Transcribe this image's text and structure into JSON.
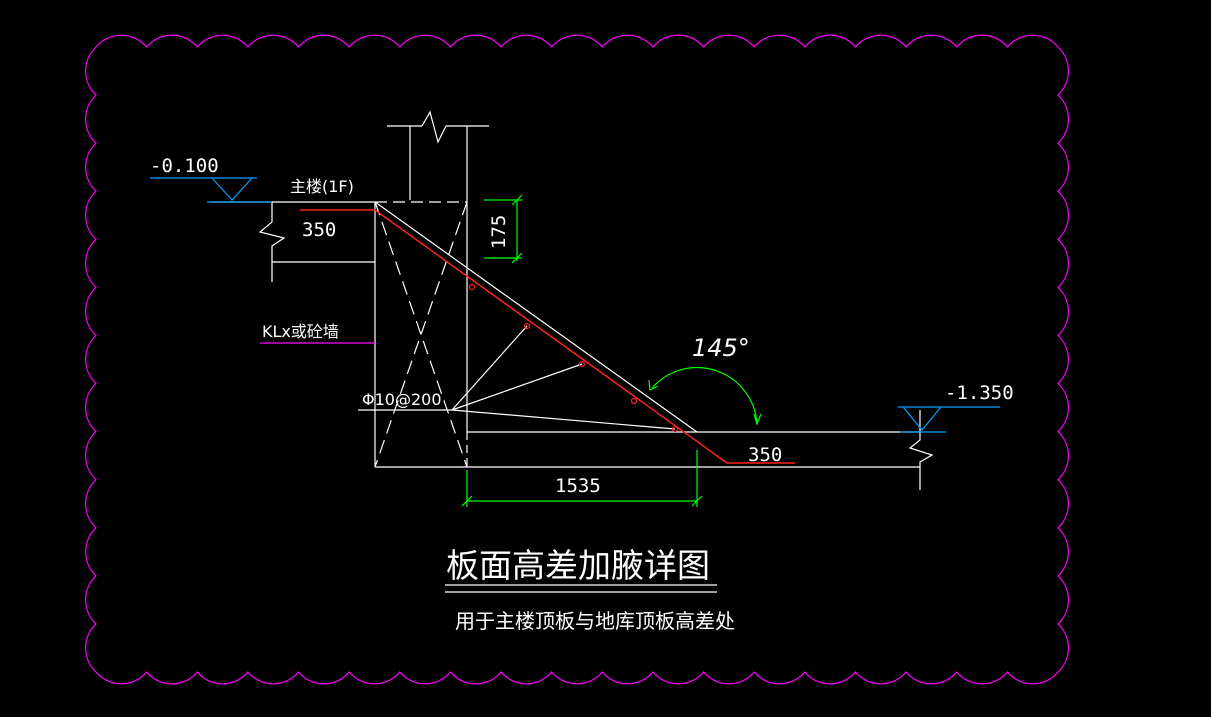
{
  "colors": {
    "background": "#000000",
    "cloud": "#ff00ff",
    "lines": "#ffffff",
    "rebar": "#ff2020",
    "dimension": "#00ff00",
    "elevation_mark": "#00a0ff",
    "leader": "#ff00ff"
  },
  "labels": {
    "elevation_left": "-0.100",
    "elevation_right": "-1.350",
    "main_building": "主楼(1F)",
    "beam_or_wall": "KLx或砼墙",
    "rebar_spec": "Φ10@200",
    "angle": "145°",
    "dim_top_left": "350",
    "dim_vertical": "175",
    "dim_bottom_right": "350",
    "dim_horizontal": "1535"
  },
  "title": {
    "main": "板面高差加腋详图",
    "sub": "用于主楼顶板与地库顶板高差处"
  }
}
